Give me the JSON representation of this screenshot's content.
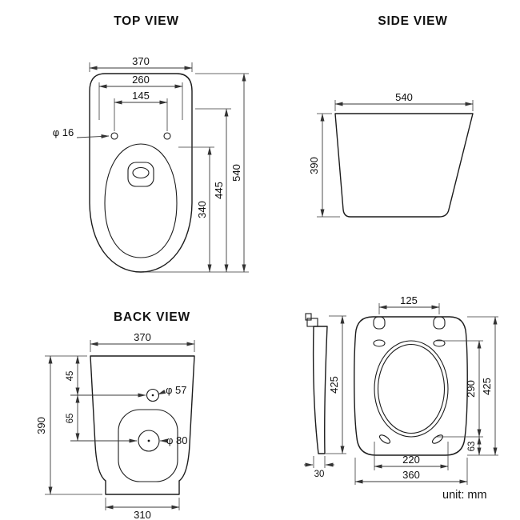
{
  "unit_label": "unit: mm",
  "top_view": {
    "title": "TOP VIEW",
    "dim_width": "370",
    "dim_inner_width": "260",
    "dim_hole_spacing": "145",
    "dim_hole_dia": "φ 16",
    "dim_bowl_length": "340",
    "dim_mid_length": "445",
    "dim_total_length": "540"
  },
  "side_view": {
    "title": "SIDE VIEW",
    "dim_length": "540",
    "dim_height": "390"
  },
  "back_view": {
    "title": "BACK VIEW",
    "dim_width": "370",
    "dim_top_offset": "45",
    "dim_hole_small": "φ 57",
    "dim_mid_offset": "65",
    "dim_hole_large": "φ 80",
    "dim_height": "390",
    "dim_base_width": "310"
  },
  "seat_view": {
    "dim_hinge_spacing": "125",
    "dim_profile_height": "425",
    "dim_profile_thickness": "30",
    "dim_inner_length": "290",
    "dim_total_length": "425",
    "dim_rear_offset": "63",
    "dim_inner_width": "220",
    "dim_total_width": "360"
  }
}
